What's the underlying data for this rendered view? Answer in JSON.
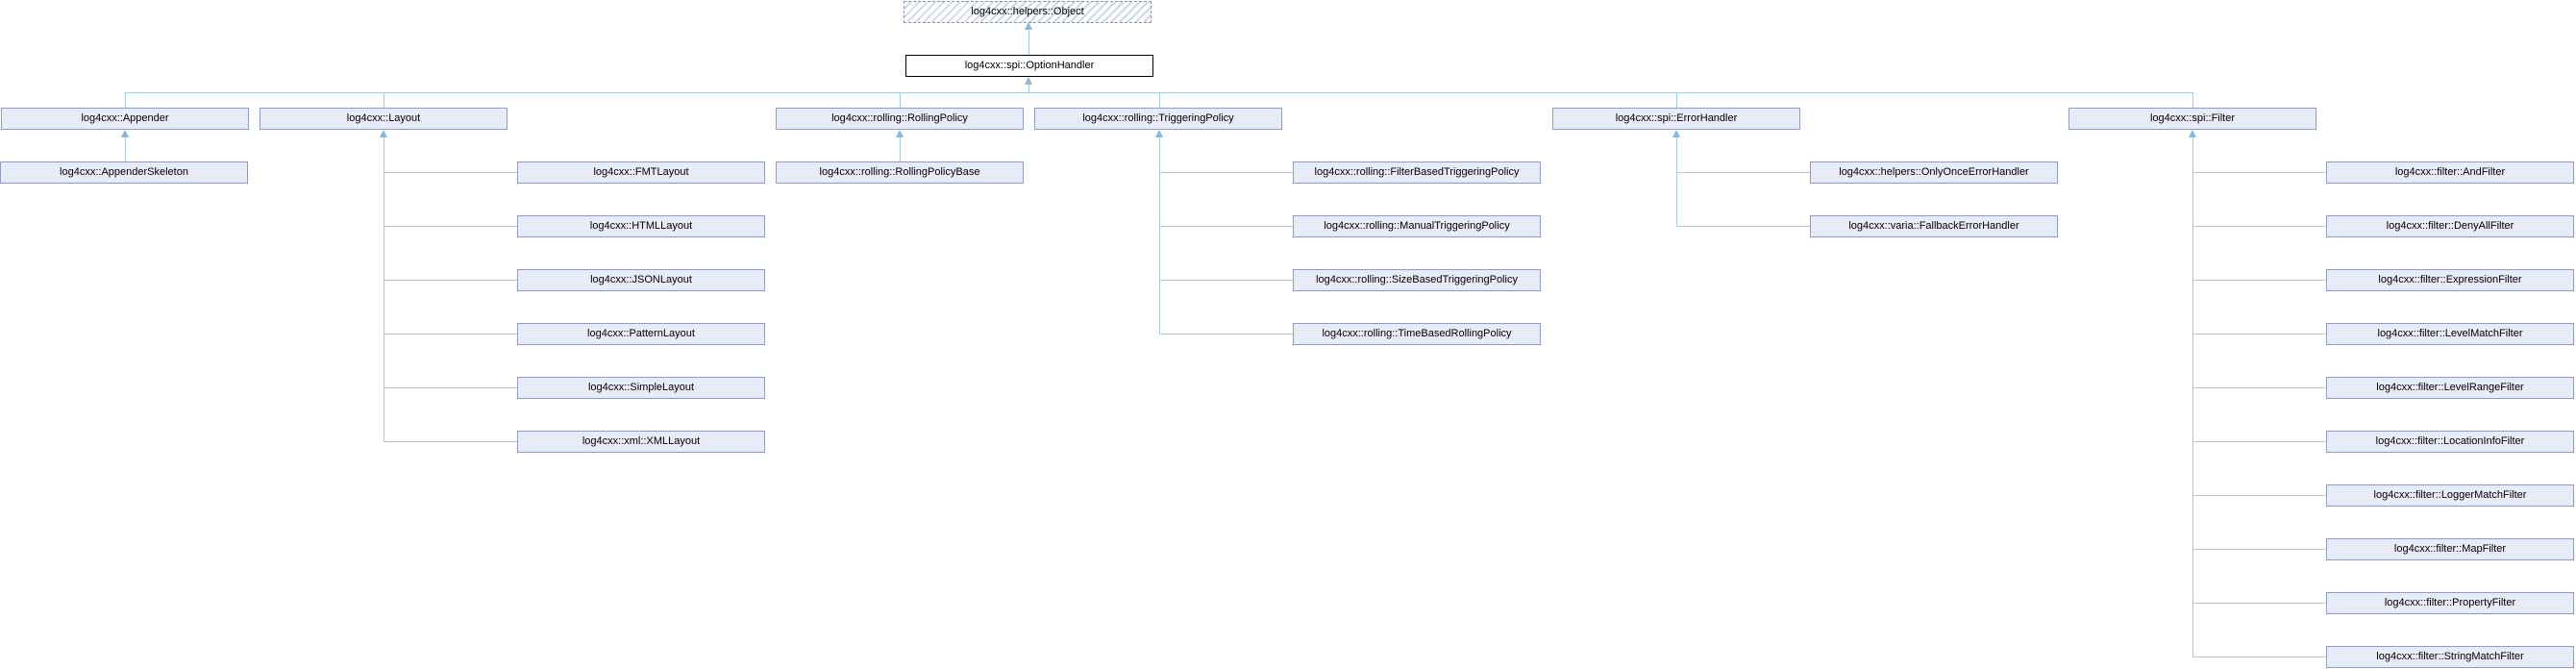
{
  "diagram": {
    "root": {
      "label": "log4cxx::helpers::Object"
    },
    "option_handler": {
      "label": "log4cxx::spi::OptionHandler"
    },
    "columns": [
      {
        "parent": {
          "label": "log4cxx::Appender"
        },
        "children": [
          {
            "label": "log4cxx::AppenderSkeleton",
            "truncated": true
          }
        ]
      },
      {
        "parent": {
          "label": "log4cxx::Layout"
        },
        "children": [
          {
            "label": "log4cxx::FMTLayout"
          },
          {
            "label": "log4cxx::HTMLLayout"
          },
          {
            "label": "log4cxx::JSONLayout"
          },
          {
            "label": "log4cxx::PatternLayout"
          },
          {
            "label": "log4cxx::SimpleLayout"
          },
          {
            "label": "log4cxx::xml::XMLLayout"
          }
        ]
      },
      {
        "parent": {
          "label": "log4cxx::rolling::RollingPolicy"
        },
        "children": [
          {
            "label": "log4cxx::rolling::RollingPolicyBase",
            "truncated": true
          }
        ]
      },
      {
        "parent": {
          "label": "log4cxx::rolling::TriggeringPolicy"
        },
        "children": [
          {
            "label": "log4cxx::rolling::FilterBasedTriggeringPolicy"
          },
          {
            "label": "log4cxx::rolling::ManualTriggeringPolicy"
          },
          {
            "label": "log4cxx::rolling::SizeBasedTriggeringPolicy"
          },
          {
            "label": "log4cxx::rolling::TimeBasedRollingPolicy"
          }
        ]
      },
      {
        "parent": {
          "label": "log4cxx::spi::ErrorHandler"
        },
        "children": [
          {
            "label": "log4cxx::helpers::OnlyOnceErrorHandler"
          },
          {
            "label": "log4cxx::varia::FallbackErrorHandler"
          }
        ]
      },
      {
        "parent": {
          "label": "log4cxx::spi::Filter"
        },
        "children": [
          {
            "label": "log4cxx::filter::AndFilter"
          },
          {
            "label": "log4cxx::filter::DenyAllFilter"
          },
          {
            "label": "log4cxx::filter::ExpressionFilter"
          },
          {
            "label": "log4cxx::filter::LevelMatchFilter"
          },
          {
            "label": "log4cxx::filter::LevelRangeFilter"
          },
          {
            "label": "log4cxx::filter::LocationInfoFilter"
          },
          {
            "label": "log4cxx::filter::LoggerMatchFilter"
          },
          {
            "label": "log4cxx::filter::MapFilter"
          },
          {
            "label": "log4cxx::filter::PropertyFilter"
          },
          {
            "label": "log4cxx::filter::StringMatchFilter"
          }
        ]
      }
    ],
    "colors": {
      "node_fill": "#e8ecf8",
      "node_border": "#8f9cc3",
      "root_border": "#8593bb",
      "hatch": "#ccd8ec",
      "option_border": "#000000",
      "edge": "#a9cce6",
      "arrow": "#8ab6da",
      "fold": "#a3b2d4"
    }
  }
}
